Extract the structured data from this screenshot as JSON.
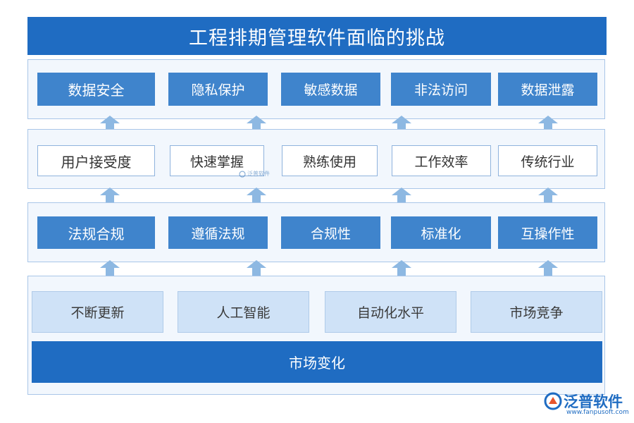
{
  "title": "工程排期管理软件面临的挑战",
  "layers": [
    {
      "id": "layer-1",
      "items": [
        "数据安全",
        "隐私保护",
        "敏感数据",
        "非法访问",
        "数据泄露"
      ]
    },
    {
      "id": "layer-2",
      "items": [
        "用户接受度",
        "快速掌握",
        "熟练使用",
        "工作效率",
        "传统行业"
      ]
    },
    {
      "id": "layer-3",
      "items": [
        "法规合规",
        "遵循法规",
        "合规性",
        "标准化",
        "互操作性"
      ]
    },
    {
      "id": "layer-4",
      "items": [
        "不断更新",
        "人工智能",
        "自动化水平",
        "市场竞争"
      ]
    }
  ],
  "foundation": "市场变化",
  "watermark": "泛普软件",
  "brand": {
    "name": "泛普软件",
    "url": "www.fanpusoft.com"
  },
  "colors": {
    "primary": "#1f6cc2",
    "box_dark": "#3f84cc",
    "box_pale": "#cfe2f7",
    "arrow": "#8db8e2",
    "panel_border": "#a9c6e8"
  },
  "icons": {
    "arrow": "up-arrow-icon",
    "logo": "fanpu-logo-icon"
  }
}
